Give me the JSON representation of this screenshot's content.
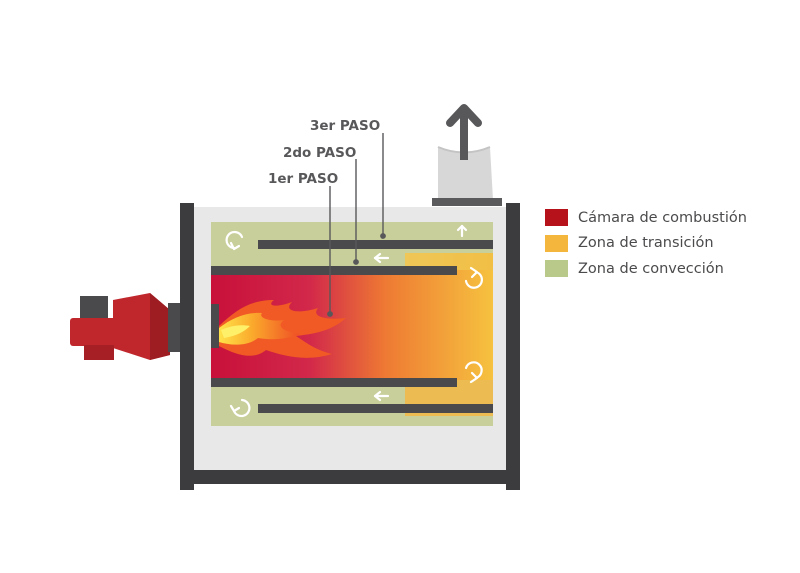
{
  "labels": {
    "pass1": "1er PASO",
    "pass2": "2do PASO",
    "pass3": "3er PASO"
  },
  "legend": [
    {
      "label": "Cámara de combustión",
      "color": "#b5121b"
    },
    {
      "label": "Zona de transición",
      "color": "#f4b63c"
    },
    {
      "label": "Zona de convección",
      "color": "#b9c98a"
    }
  ],
  "colors": {
    "frame": "#3c3c3e",
    "casing": "#e8e8e8",
    "convection": "#c9cf9b",
    "tube": "#4a4a4c",
    "burner": "#c0272d",
    "chimney": "#d9d9d9"
  }
}
